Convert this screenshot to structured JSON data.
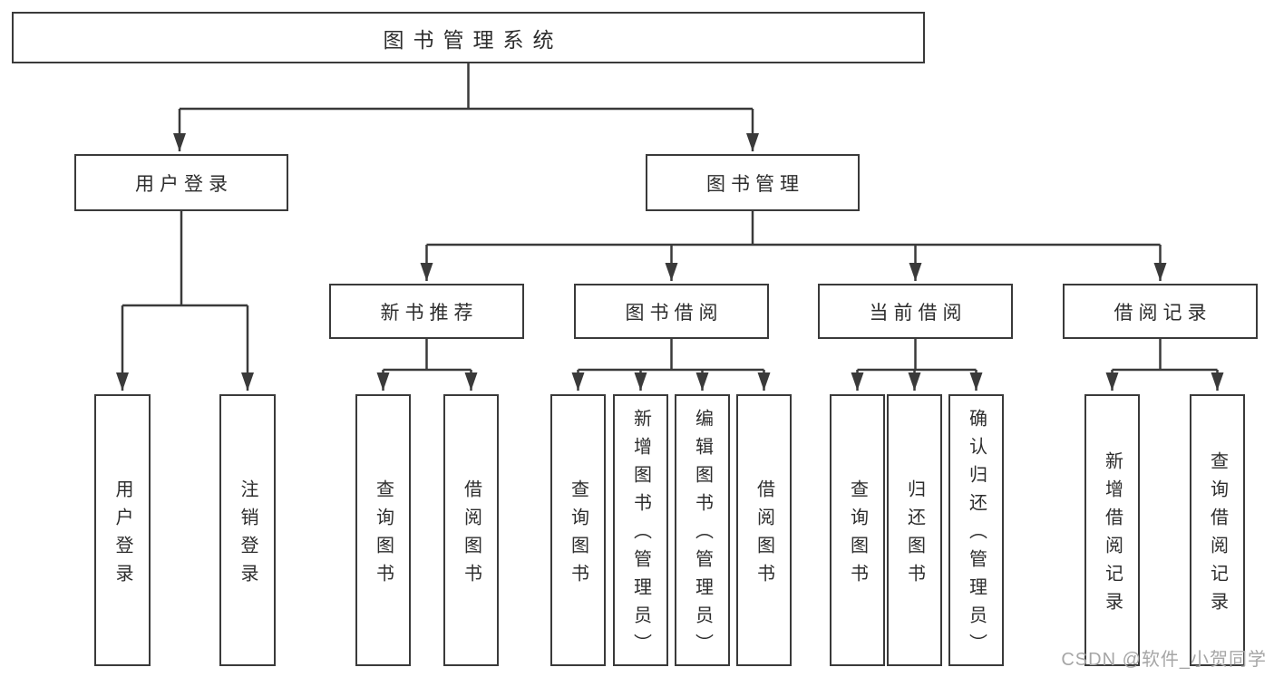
{
  "colors": {
    "background": "#ffffff",
    "line": "#3a3a3a",
    "box_border": "#3a3a3a",
    "text": "#2d2d2d",
    "watermark": "#a6a6a6"
  },
  "watermark": {
    "text": "CSDN @软件_小贺同学"
  },
  "diagram": {
    "type": "hierarchy-tree",
    "root": {
      "label": "图书管理系统"
    },
    "branches": [
      {
        "label": "用户登录",
        "children": [
          {
            "label": "用户登录"
          },
          {
            "label": "注销登录"
          }
        ]
      },
      {
        "label": "图书管理",
        "children": [
          {
            "label": "新书推荐",
            "children": [
              {
                "label": "查询图书"
              },
              {
                "label": "借阅图书"
              }
            ]
          },
          {
            "label": "图书借阅",
            "children": [
              {
                "label": "查询图书"
              },
              {
                "label": "新增图书（管理员）"
              },
              {
                "label": "编辑图书（管理员）"
              },
              {
                "label": "借阅图书"
              }
            ]
          },
          {
            "label": "当前借阅",
            "children": [
              {
                "label": "查询图书"
              },
              {
                "label": "归还图书"
              },
              {
                "label": "确认归还（管理员）"
              }
            ]
          },
          {
            "label": "借阅记录",
            "children": [
              {
                "label": "新增借阅记录"
              },
              {
                "label": "查询借阅记录"
              }
            ]
          }
        ]
      }
    ]
  }
}
